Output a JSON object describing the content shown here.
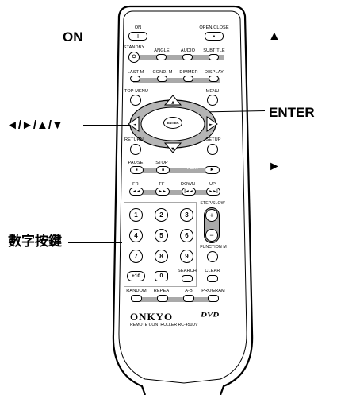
{
  "callouts": {
    "on": "ON",
    "eject": "▲",
    "enter": "ENTER",
    "arrows": "◄/►/▲/▼",
    "play": "►",
    "number_keys": "數字按鍵"
  },
  "remote": {
    "on": "ON",
    "open_close": "OPEN/CLOSE",
    "standby": "STANDBY",
    "angle": "ANGLE",
    "audio": "AUDIO",
    "subtitle": "SUBTITLE",
    "last_m": "LAST M",
    "cond_m": "COND. M",
    "dimmer": "DIMMER",
    "display": "DISPLAY",
    "top_menu": "TOP MENU",
    "menu": "MENU",
    "enter": "ENTER",
    "return": "RETURN",
    "setup": "SETUP",
    "pause": "PAUSE",
    "stop": "STOP",
    "play": "PLAY",
    "fr": "FR",
    "ff": "FF",
    "down": "DOWN",
    "up": "UP",
    "digits": [
      "1",
      "2",
      "3",
      "4",
      "5",
      "6",
      "7",
      "8",
      "9",
      "+10",
      "0"
    ],
    "step_slow": "STEP/SLOW",
    "plus": "+",
    "minus": "−",
    "function_m": "FUNCTION M",
    "search": "SEARCH",
    "clear": "CLEAR",
    "random": "RANDOM",
    "repeat": "REPEAT",
    "a_b": "A-B",
    "program": "PROGRAM",
    "brand": "ONKYO",
    "model_line": "REMOTE CONTROLLER RC-450DV",
    "dvd_logo": "DVD"
  },
  "colors": {
    "line": "#000000",
    "bar_gray": "#a9a9a9",
    "dpad_ring_gray": "#b5b5b5",
    "background": "#ffffff"
  }
}
